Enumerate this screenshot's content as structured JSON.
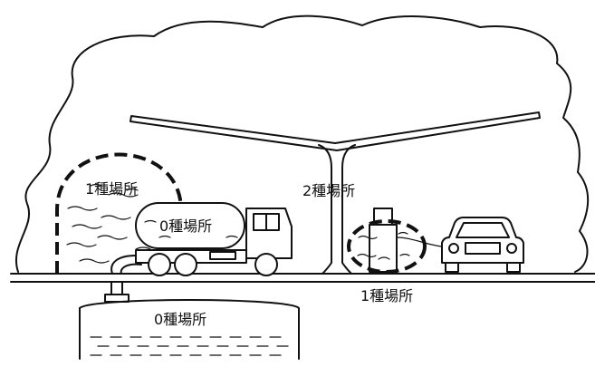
{
  "labels": {
    "zone_tanker_surround": "1種場所",
    "zone_canopy": "2種場所",
    "zone_tanker_inside": "0種場所",
    "zone_below_ground": "1種場所",
    "zone_underground_tank": "0種場所"
  },
  "colors": {
    "line": "#111111",
    "background": "#ffffff"
  }
}
